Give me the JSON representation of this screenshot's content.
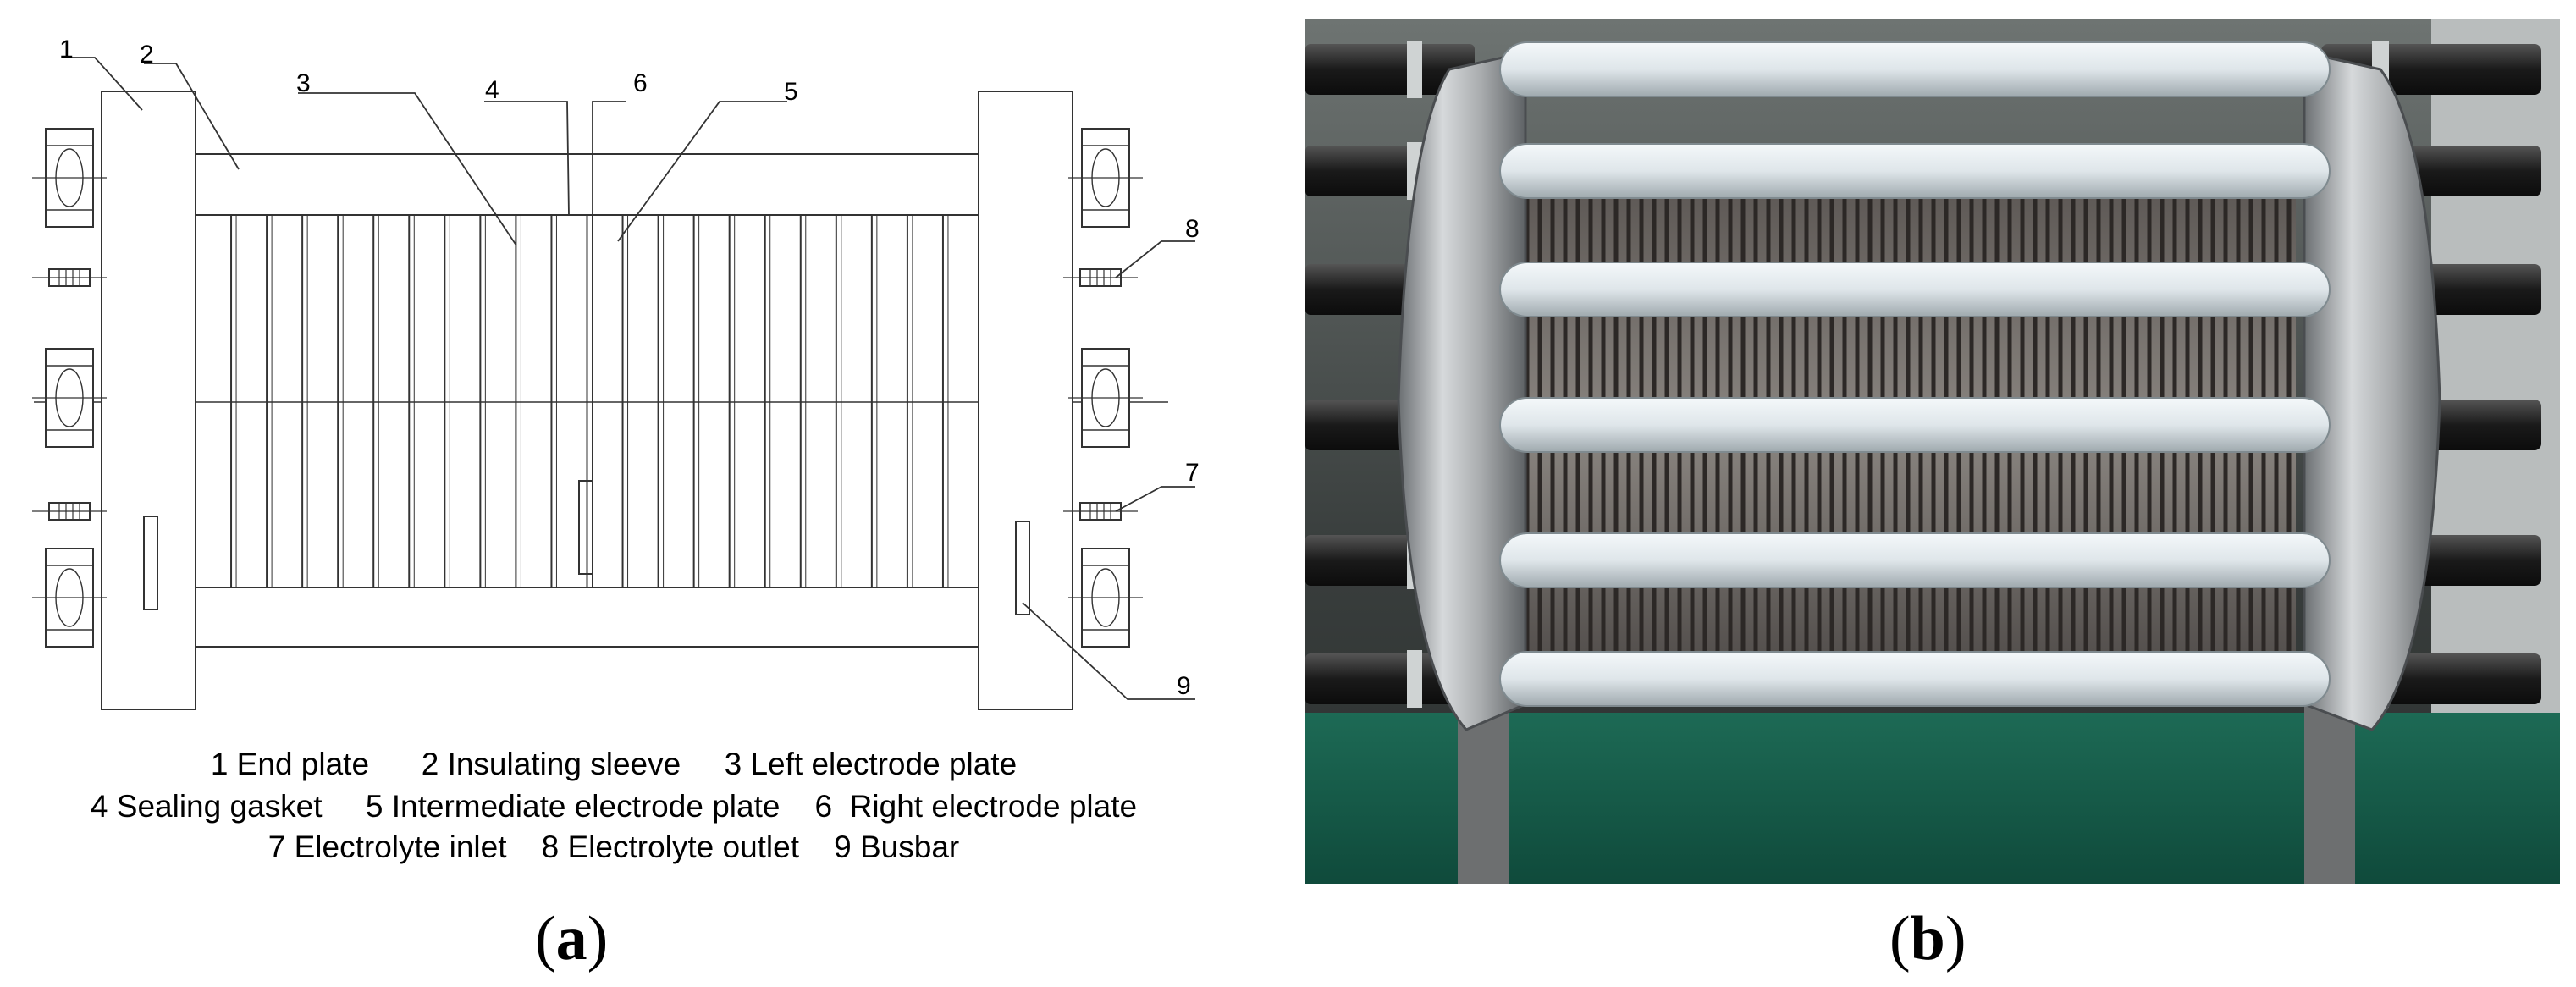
{
  "panel_a": {
    "part_numbers": [
      "1",
      "2",
      "3",
      "4",
      "6",
      "5",
      "8",
      "7",
      "9"
    ],
    "legend": [
      {
        "n": "1",
        "label": "End plate"
      },
      {
        "n": "2",
        "label": "Insulating sleeve"
      },
      {
        "n": "3",
        "label": "Left electrode plate"
      },
      {
        "n": "4",
        "label": "Sealing gasket"
      },
      {
        "n": "5",
        "label": "Intermediate electrode plate"
      },
      {
        "n": "6",
        "label": "Right electrode plate"
      },
      {
        "n": "7",
        "label": "Electrolyte inlet"
      },
      {
        "n": "8",
        "label": "Electrolyte outlet"
      },
      {
        "n": "9",
        "label": "Busbar"
      }
    ],
    "legend_lines": [
      "1 End plate      2 Insulating sleeve     3 Left electrode plate",
      "4 Sealing gasket     5 Intermediate electrode plate    6  Right electrode plate",
      "7 Electrolyte inlet    8 Electrolyte outlet    9 Busbar"
    ],
    "label": "a"
  },
  "panel_b": {
    "label": "b",
    "colors": {
      "steel": "#a9acae",
      "bar": "#dfe6ea",
      "bolt": "#1a1a1a",
      "background": "#3d4240",
      "floor": "#0f5b49"
    }
  }
}
